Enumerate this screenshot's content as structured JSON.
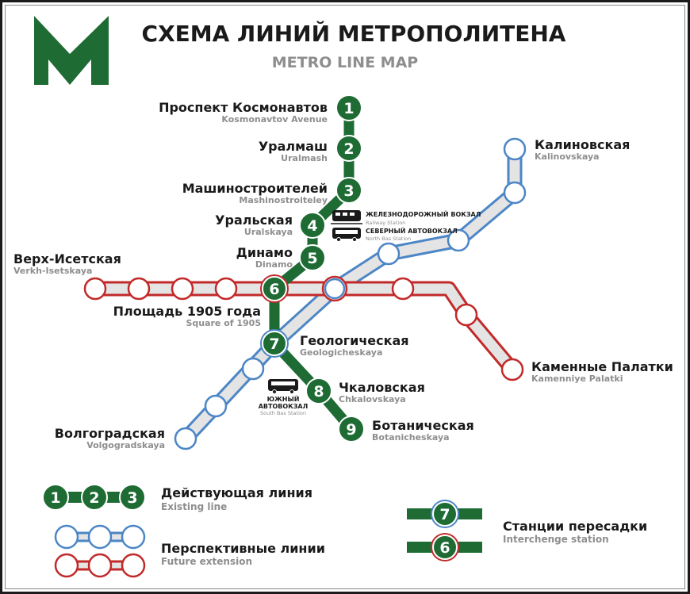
{
  "header": {
    "title": "СХЕМА ЛИНИЙ МЕТРОПОЛИТЕНА",
    "subtitle": "METRO LINE MAP",
    "logo": "metro-m-logo"
  },
  "colors": {
    "green": "#1e6b34",
    "blue": "#4d86c6",
    "red": "#c22a2a",
    "track": "#e4e4e4"
  },
  "stations": {
    "s1": {
      "num": "1",
      "ru": "Проспект Космонавтов",
      "en": "Kosmonavtov Avenue"
    },
    "s2": {
      "num": "2",
      "ru": "Уралмаш",
      "en": "Uralmash"
    },
    "s3": {
      "num": "3",
      "ru": "Машиностроителей",
      "en": "Mashinostroiteley"
    },
    "s4": {
      "num": "4",
      "ru": "Уральская",
      "en": "Uralskaya"
    },
    "s5": {
      "num": "5",
      "ru": "Динамо",
      "en": "Dinamo"
    },
    "s6": {
      "num": "6",
      "ru": "Площадь 1905 года",
      "en": "Square of 1905"
    },
    "s7": {
      "num": "7",
      "ru": "Геологическая",
      "en": "Geologicheskaya"
    },
    "s8": {
      "num": "8",
      "ru": "Чкаловская",
      "en": "Chkalovskaya"
    },
    "s9": {
      "num": "9",
      "ru": "Ботаническая",
      "en": "Botanicheskaya"
    },
    "kalinovskaya": {
      "ru": "Калиновская",
      "en": "Kalinovskaya"
    },
    "verkh": {
      "ru": "Верх-Исетская",
      "en": "Verkh-Isetskaya"
    },
    "kamennye": {
      "ru": "Каменные Палатки",
      "en": "Kamenniye Palatki"
    },
    "volgo": {
      "ru": "Волгоградская",
      "en": "Volgogradskaya"
    }
  },
  "transfers": {
    "railway": {
      "ru": "ЖЕЛЕЗНОДОРОЖНЫЙ ВОКЗАЛ",
      "en": "Railway Station",
      "icon": "train-icon"
    },
    "north_bus": {
      "ru": "СЕВЕРНЫЙ АВТОВОКЗАЛ",
      "en": "North Bas Station",
      "icon": "bus-icon"
    },
    "south_bus": {
      "ru1": "ЮЖНЫЙ",
      "ru2": "АВТОВОКЗАЛ",
      "en": "South Bas Station",
      "icon": "bus-icon"
    }
  },
  "legend": {
    "existing": {
      "ru": "Действующая линия",
      "en": "Existing line",
      "nums": [
        "1",
        "2",
        "3"
      ]
    },
    "future": {
      "ru": "Перспективные линии",
      "en": "Future extension"
    },
    "interchange": {
      "ru": "Станции пересадки",
      "en": "Interchenge station",
      "nums": [
        "7",
        "6"
      ]
    }
  }
}
